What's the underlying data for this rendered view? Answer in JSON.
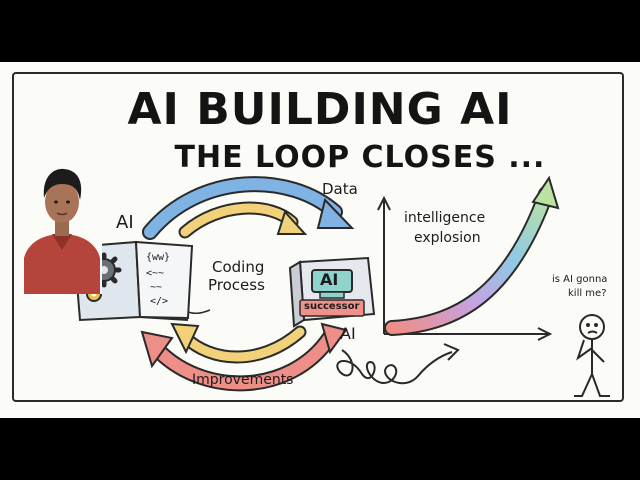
{
  "title": {
    "line1": "AI BUILDING AI",
    "line2": "THE LOOP CLOSES ..."
  },
  "labels": {
    "ai_left": "AI",
    "data": "Data",
    "coding": "Coding",
    "process": "Process",
    "ai_box": "AI",
    "successor": "successor",
    "ai_right": "AI",
    "improvements": "Improvements",
    "intelligence": "intelligence",
    "explosion": "explosion",
    "question_line1": "is AI gonna",
    "question_line2": "kill me?"
  },
  "code_lines": [
    "{ww}",
    "<~~",
    "~~",
    "</>"
  ],
  "icons": [
    "gear-icon",
    "code-brackets-icon",
    "ai-chip-icon",
    "stick-figure-icon",
    "person-webcam"
  ],
  "colors": {
    "arrow_blue": "#7fb3e3",
    "arrow_yellow": "#f1d27a",
    "arrow_red": "#ee8e88",
    "chip_teal": "#8fd3cc",
    "chip_red": "#f0908a",
    "gear_gray": "#6b7076",
    "gear_yellow": "#f0c04a"
  }
}
